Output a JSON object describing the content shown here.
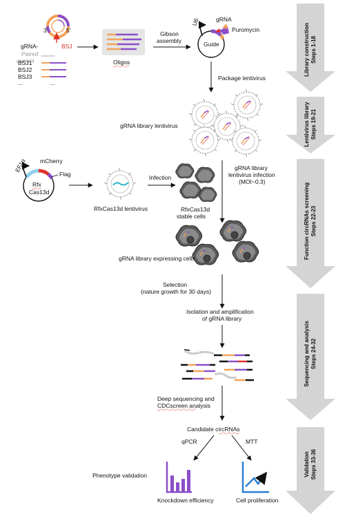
{
  "library_construction": {
    "gRNA_prefix": "gRNA-",
    "paired_control": "Paired control",
    "bsj_items": [
      "BSJ1",
      "BSJ2",
      "BSJ3",
      "..."
    ],
    "ellipsis": "...",
    "three_prime": "3'",
    "five_prime": "5'",
    "bsj_label": "BSJ",
    "oligos": "Oligos",
    "gibson": "Gibson assembly",
    "u6": "U6",
    "grna": "gRNA",
    "puromycin": "Puromycin",
    "guide": "Guide",
    "package": "Package lentivirus"
  },
  "lentivirus_library": {
    "label": "gRNA library lentivirus"
  },
  "screening": {
    "ef1a": "EF1α",
    "mcherry": "mCherry",
    "flag": "Flag",
    "rfx_line1": "Rfx",
    "rfx_line2": "Cas13d",
    "rfx_lentivirus": "RfxCas13d lentivirus",
    "infection": "Infection",
    "stable_line1": "RfxCas13d",
    "stable_line2": "stable cells",
    "library_infection_line1": "gRNA library",
    "library_infection_line2": "lentivirus infection",
    "library_infection_line3": "(MOI~0.3)",
    "expressing_cells": "gRNA  library expressing cells",
    "selection_line1": "Selection",
    "selection_line2": "(nature growth for 30 days)"
  },
  "sequencing": {
    "isolation_line1": "Isolation and amplification",
    "isolation_line2": "of gRNA library",
    "deep_line1": "Deep sequencing and",
    "deep_line2": "CDCscreen analysis",
    "candidate": "Candidate circRNAs"
  },
  "validation": {
    "qpcr": "qPCR",
    "mtt": "MTT",
    "phenotype": "Phenotype validation",
    "knockdown": "Knockdown efficiency",
    "proliferation": "Cell proliferation"
  },
  "stages": [
    {
      "title": "Library construction",
      "steps": "Steps 1-18"
    },
    {
      "title": "Lentivirus library",
      "steps": "Steps 19-21"
    },
    {
      "title": "Function circRNAs screening",
      "steps": "Steps 22-23"
    },
    {
      "title": "Sequencing and analysis",
      "steps": "Steps 24-32"
    },
    {
      "title": "Validation",
      "steps": "Steps 33-36"
    }
  ],
  "colors": {
    "purple": "#8a4fc8",
    "orange": "#f4a25a",
    "red": "#e0302a",
    "blue": "#2a7fd4",
    "grey_arrow": "#d4d4d4",
    "cell_fill": "#4a4a4a"
  }
}
